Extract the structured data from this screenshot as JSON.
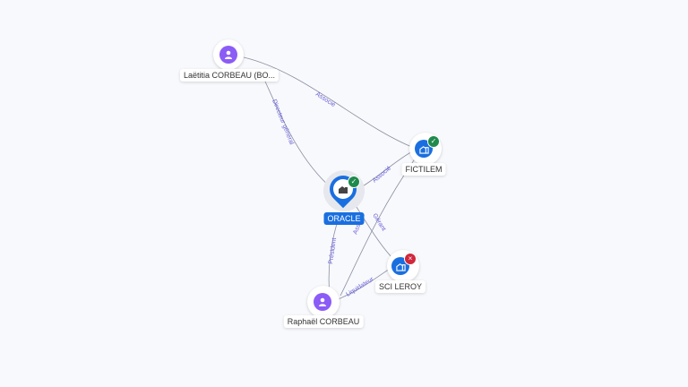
{
  "colors": {
    "person": "#8b5cf6",
    "company": "#1a6fe0",
    "ok": "#1f8a4c",
    "ko": "#d0283c",
    "edge": "#8a8fa3",
    "edge_label": "#6a5fd8"
  },
  "nodes": {
    "laetitia": {
      "name": "Laëtitia CORBEAU (BO...",
      "icon": "person-icon"
    },
    "oracle": {
      "name": "ORACLE",
      "icon": "building-icon",
      "status": "active"
    },
    "fictilem": {
      "name": "FICTILEM",
      "icon": "building-icon",
      "status": "active"
    },
    "scileroy": {
      "name": "SCI LEROY",
      "icon": "building-icon",
      "status": "closed"
    },
    "raphael": {
      "name": "Raphaël CORBEAU",
      "icon": "person-icon"
    }
  },
  "edges": {
    "e1": "Associé",
    "e2": "Directeur général",
    "e3": "Associé",
    "e4": "Président",
    "e5": "Liquidateur",
    "e6": "Associé",
    "e7": "Gérant"
  }
}
